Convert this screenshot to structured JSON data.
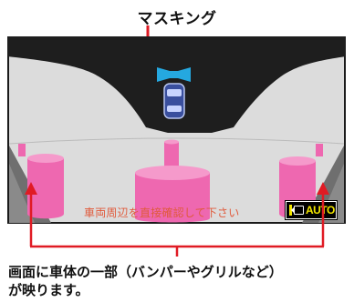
{
  "header": {
    "masking_label": "マスキング"
  },
  "screen": {
    "warning_text": "車両周辺を直接確認して下さい",
    "auto_badge_label": "AUTO",
    "auto_badge_icon": "camera-icon"
  },
  "caption": {
    "line1": "画面に車体の一部（バンパーやグリルなど）",
    "line2": "が映ります。"
  },
  "colors": {
    "masking": "#1e1e1e",
    "arrow_red": "#e01b24",
    "pillar_pink": "#ee68b0",
    "floor_gray": "#dedede",
    "car_blue": "#3a4f9e",
    "sensor_cyan": "#25a8e0",
    "warning_text": "#e05a3b",
    "auto_yellow": "#f2e600"
  }
}
